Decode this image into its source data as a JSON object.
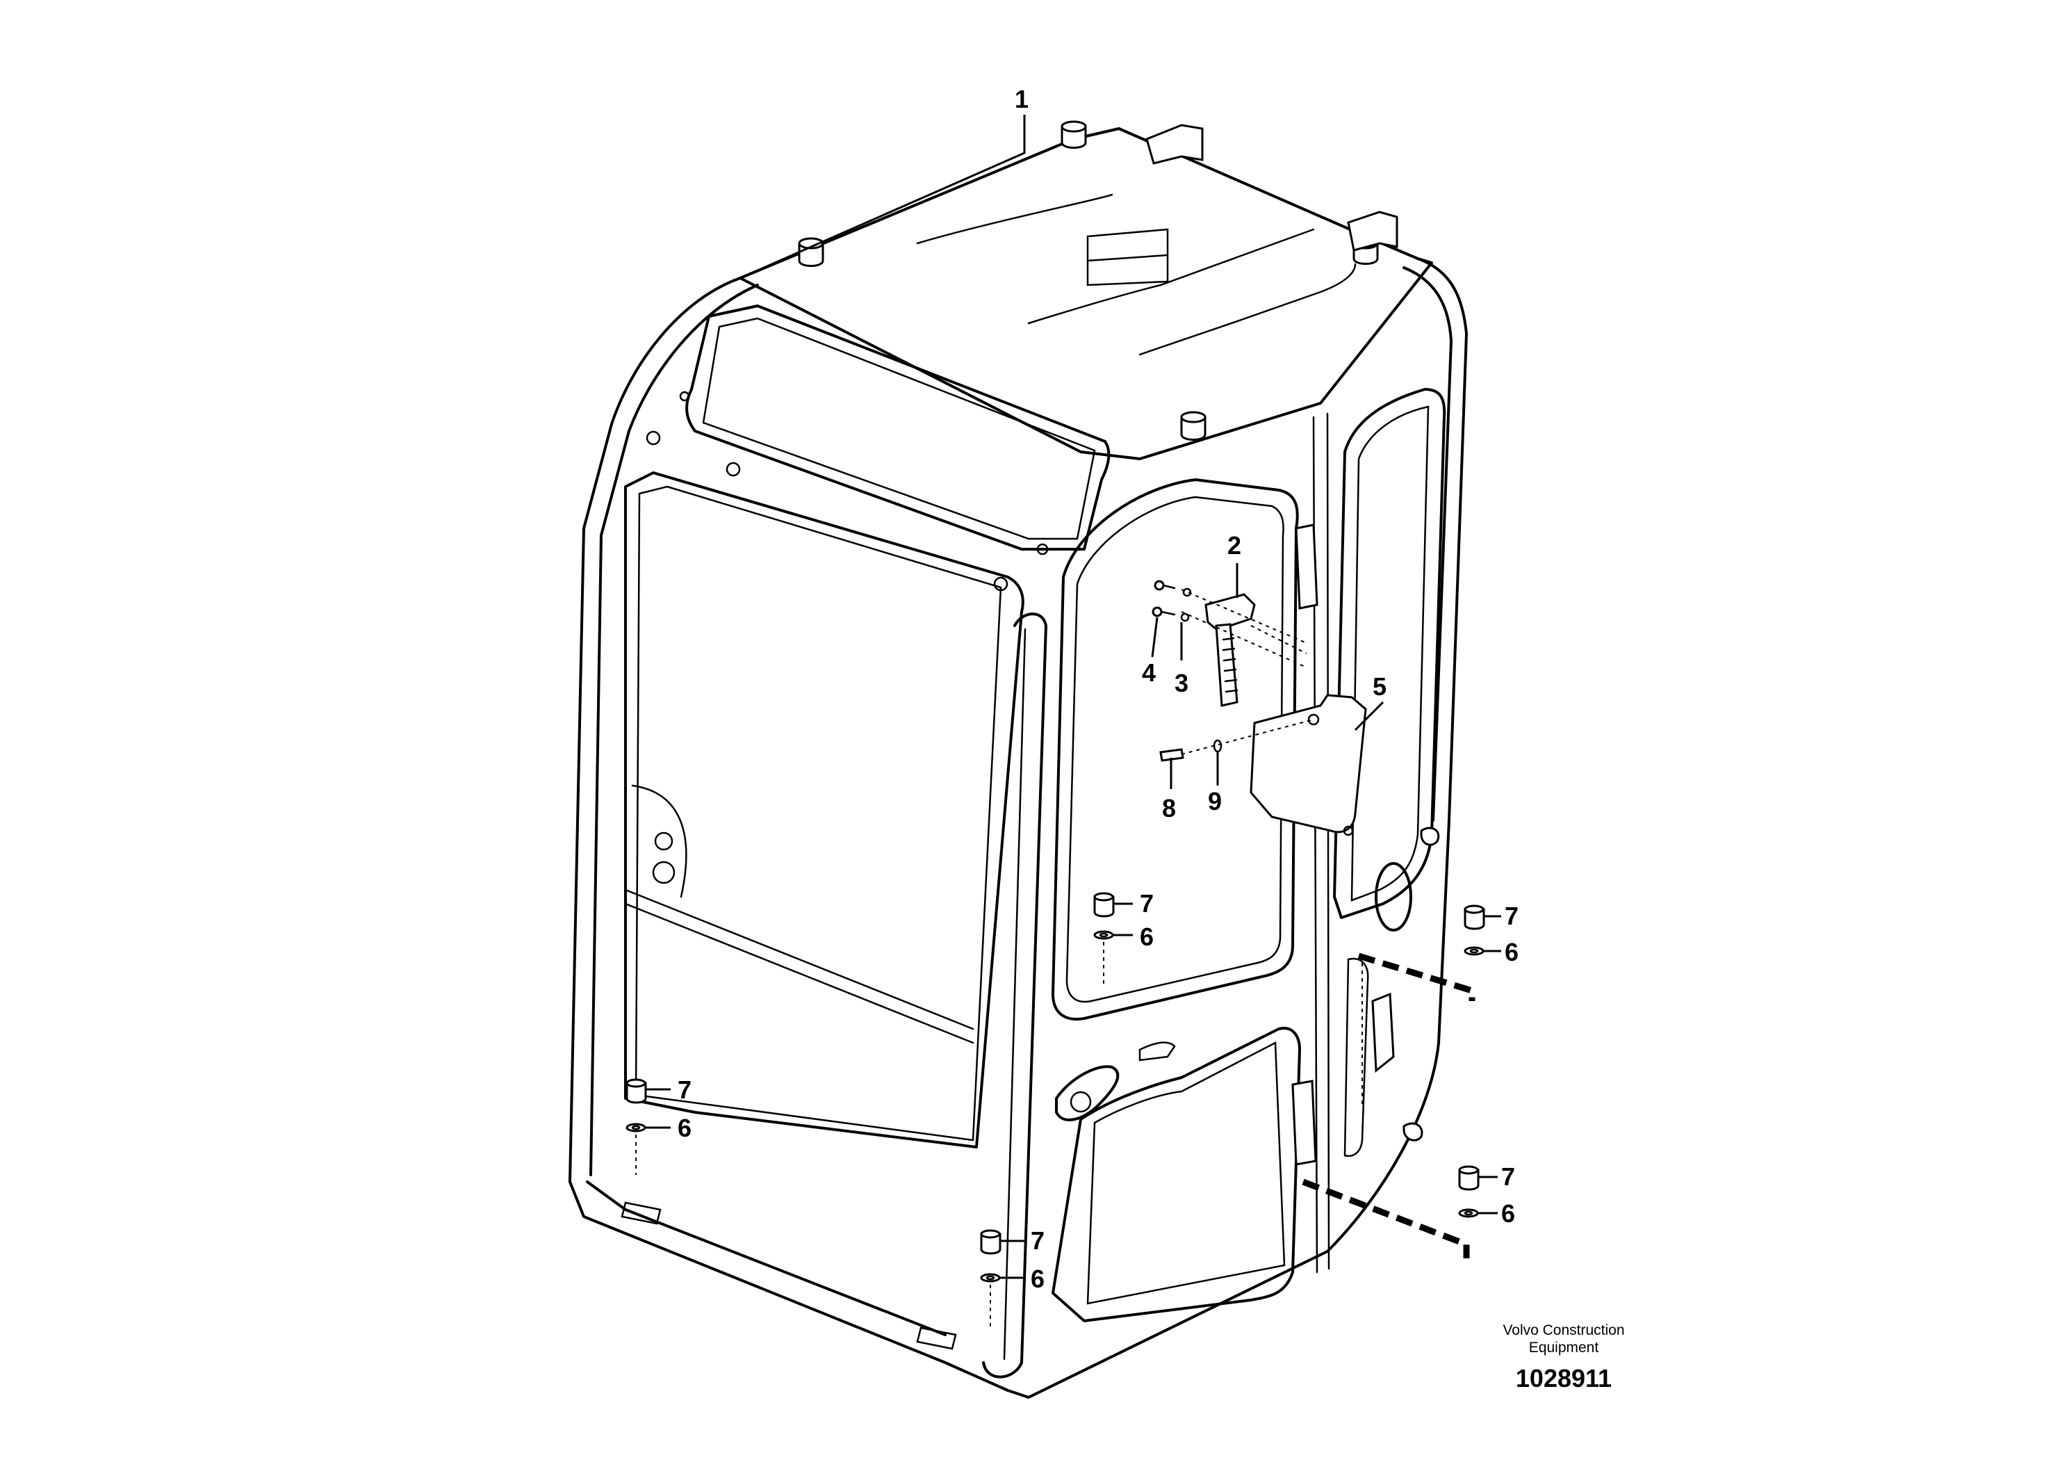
{
  "diagram": {
    "callouts": {
      "c1": "1",
      "c2": "2",
      "c3": "3",
      "c4": "4",
      "c5": "5",
      "c6": "6",
      "c7": "7",
      "c8": "8",
      "c9": "9"
    },
    "footer": {
      "credit_line1": "Volvo Construction",
      "credit_line2": "Equipment",
      "drawing_number": "1028911"
    }
  }
}
